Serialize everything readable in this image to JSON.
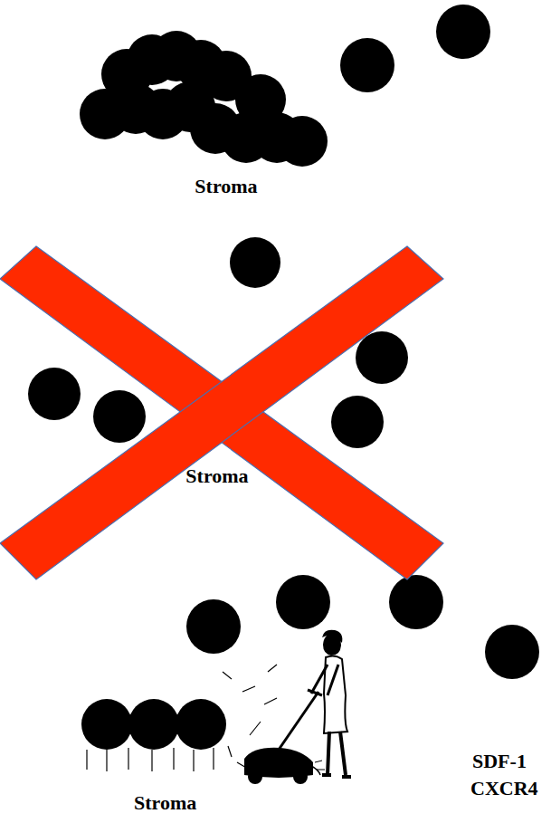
{
  "diagram": {
    "nodes": [
      {
        "text": [
          "Stroma"
        ]
      },
      {
        "text": [
          "Stroma"
        ]
      }
    ],
    "labels": [
      "Stroma",
      "SDF-1",
      "CXCR4"
    ]
  }
}
